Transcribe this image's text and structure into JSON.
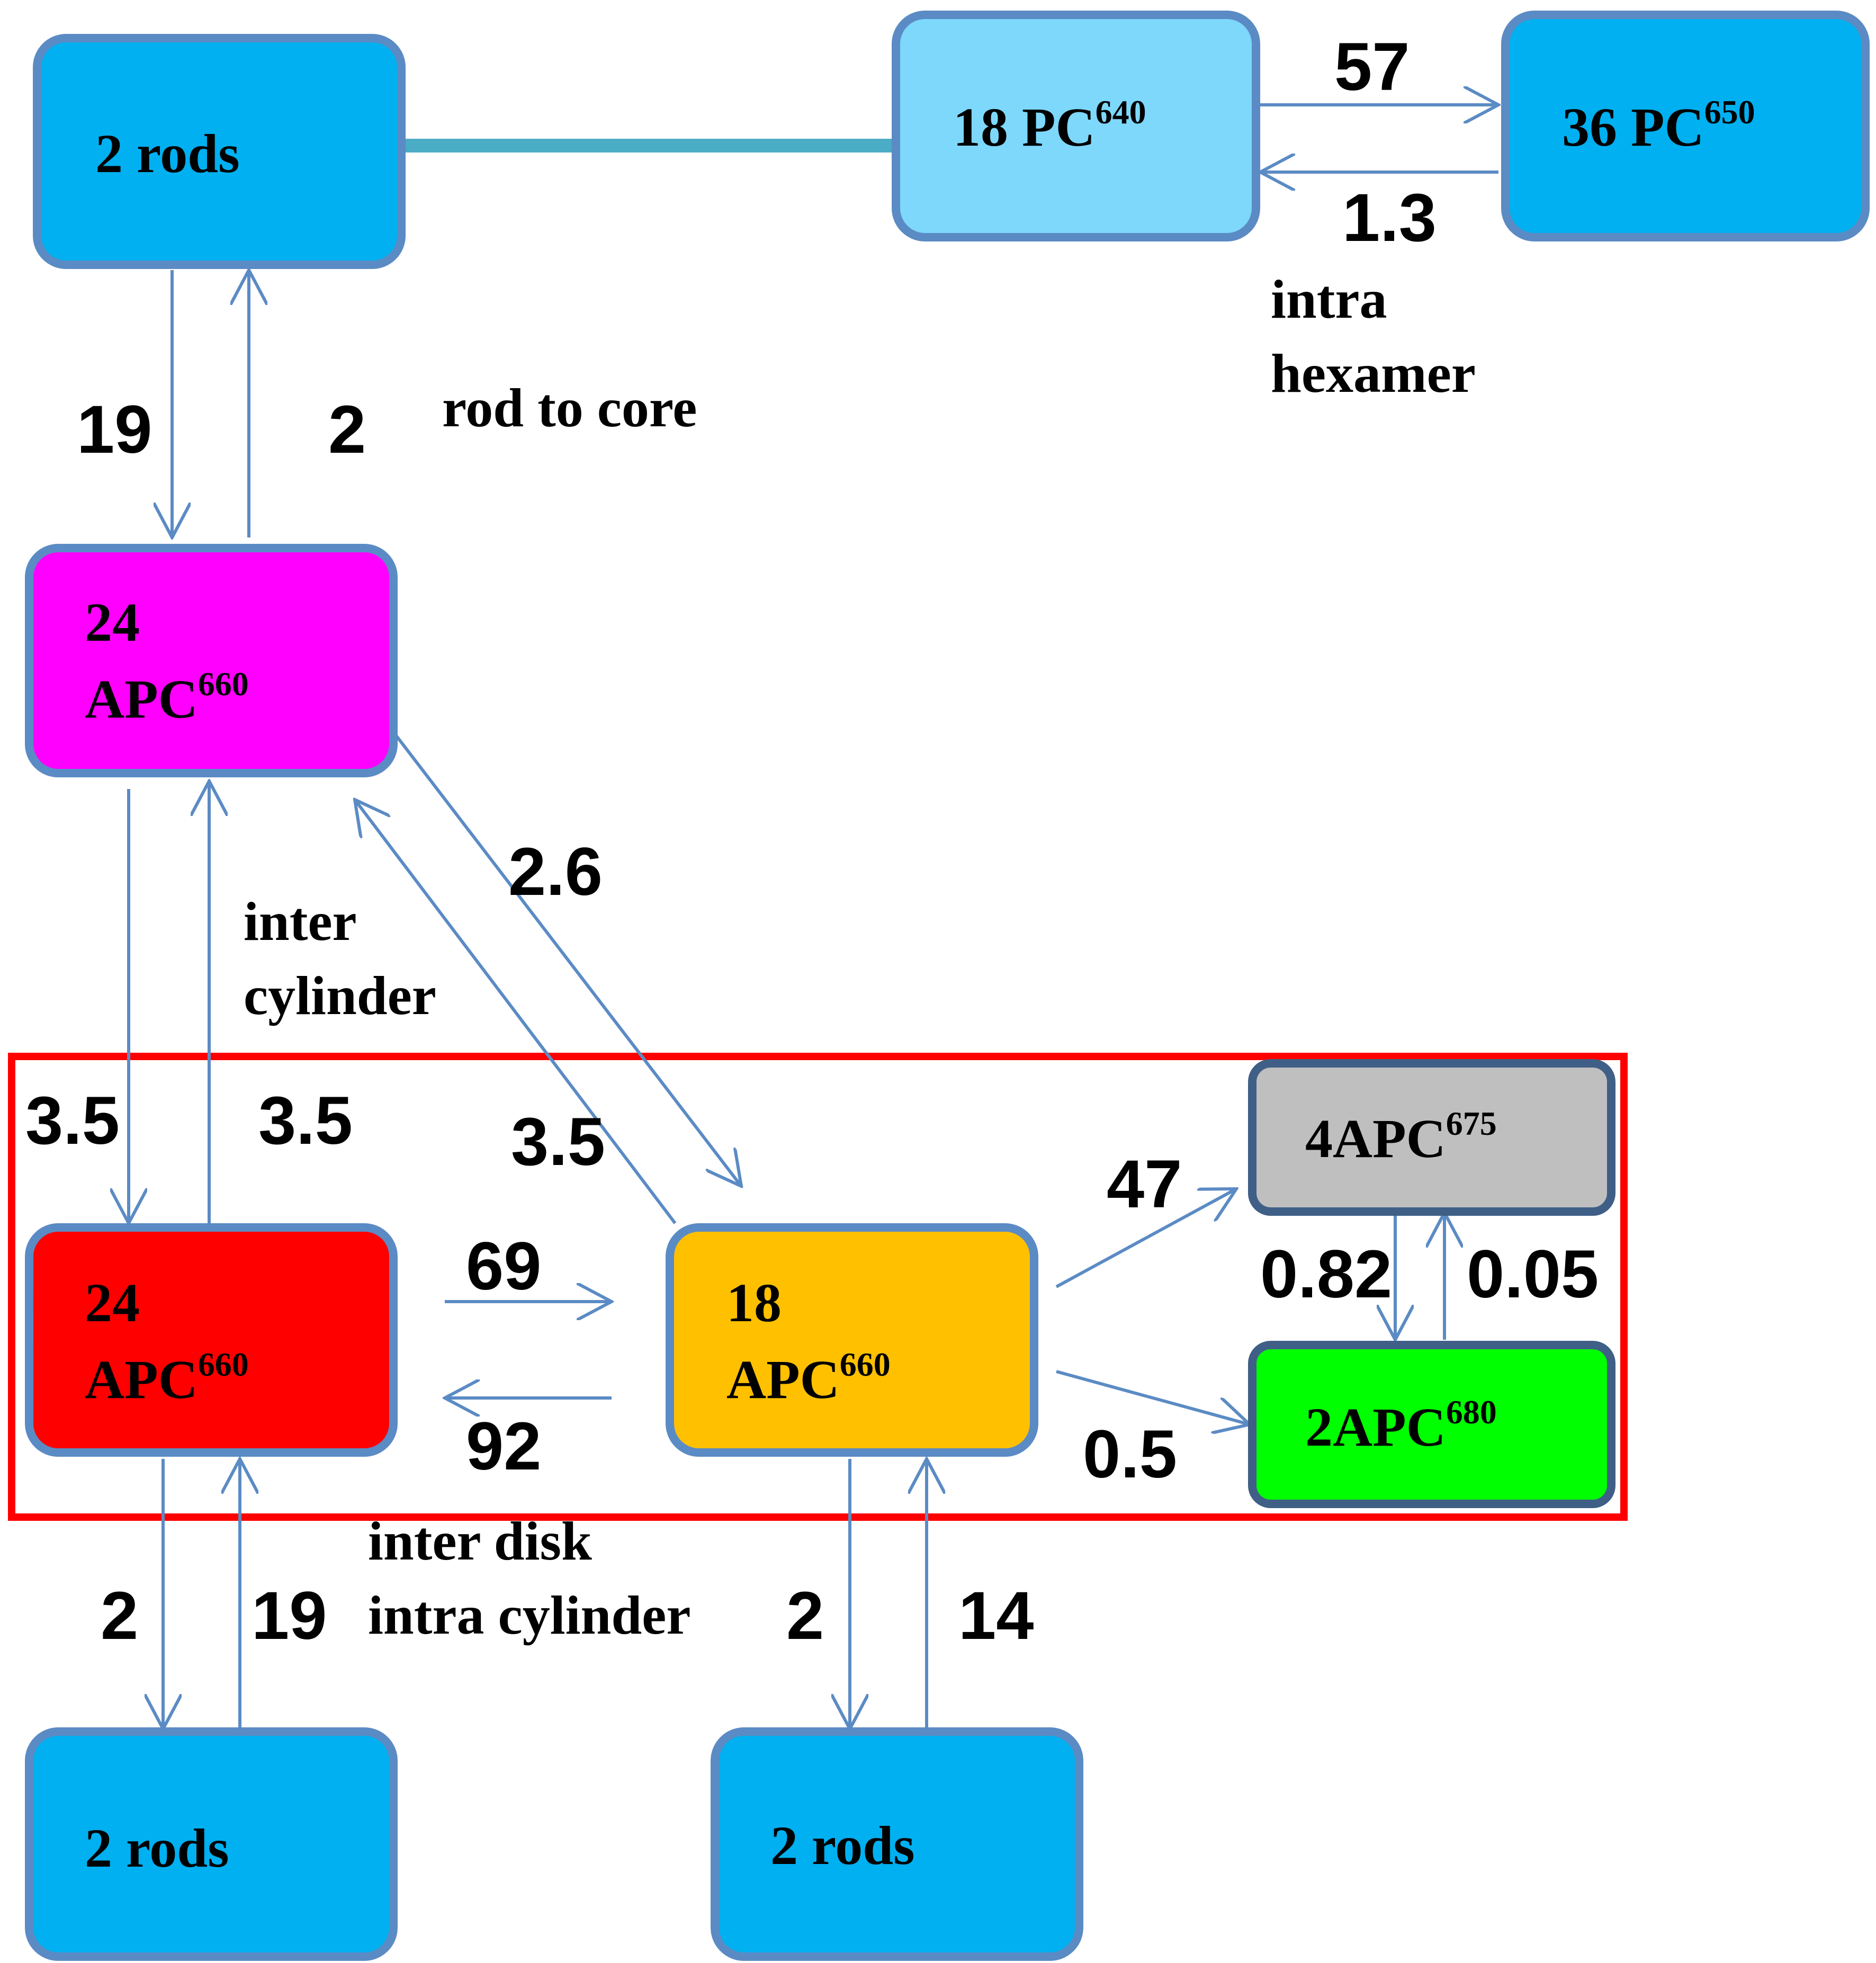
{
  "colors": {
    "rod": "#00b0f0",
    "pc640": "#7dd8fb",
    "apc_top": "#ff00ff",
    "apc_red": "#ff0000",
    "apc_orange": "#ffc000",
    "apc675": "#bfbfbf",
    "apc680": "#00ff00",
    "border": "#5b8bc4",
    "border_dark": "#3f5f86",
    "arrow": "#5b8bc4",
    "rod_link": "#4bacc6",
    "highlight": "#ff0000"
  },
  "nodes": {
    "rods_top": {
      "text": "2 rods"
    },
    "pc640": {
      "main": "18 PC",
      "sup": "640"
    },
    "pc650": {
      "main": "36 PC",
      "sup": "650"
    },
    "apc_top": {
      "line1": "24",
      "main": "APC",
      "sup": "660"
    },
    "apc_red": {
      "line1": "24",
      "main": "APC",
      "sup": "660"
    },
    "apc_orange": {
      "line1": "18",
      "main": "APC",
      "sup": "660"
    },
    "apc675": {
      "main": "4APC",
      "sup": "675"
    },
    "apc680": {
      "main": "2APC",
      "sup": "680"
    },
    "rods_bl": {
      "text": "2 rods"
    },
    "rods_bm": {
      "text": "2 rods"
    }
  },
  "rates": {
    "pc640_to_pc650": "57",
    "pc650_to_pc640": "1.3",
    "rod_to_apc_top": "19",
    "apc_top_to_rod": "2",
    "apc_top_to_orange": "2.6",
    "orange_to_apc_top": "3.5",
    "apc_top_to_red": "3.5",
    "red_to_apc_top": "3.5",
    "red_to_orange": "69",
    "orange_to_red": "92",
    "orange_to_675": "47",
    "orange_to_680": "0.5",
    "apc675_to_680": "0.82",
    "apc680_to_675": "0.05",
    "red_to_rod": "2",
    "rod_to_red": "19",
    "orange_to_rod": "2",
    "rod_to_orange": "14"
  },
  "labels": {
    "rod_to_core": "rod to core",
    "intra_hexamer_1": "intra",
    "intra_hexamer_2": "hexamer",
    "inter_cylinder_1": "inter",
    "inter_cylinder_2": "cylinder",
    "inter_disk": "inter disk",
    "intra_cylinder": "intra cylinder"
  }
}
